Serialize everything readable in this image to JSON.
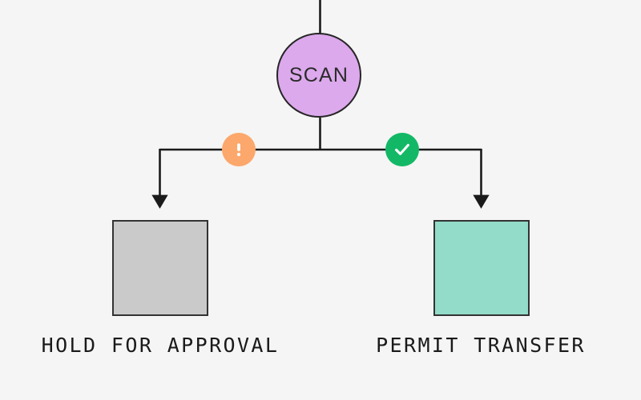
{
  "diagram": {
    "background_color": "#f5f5f5",
    "stroke_color": "#1a1a1a",
    "decision": {
      "label": "SCAN",
      "fill_color": "#dca9ec",
      "border_color": "#262626",
      "shape": "circle"
    },
    "branches": [
      {
        "badge_name": "warning-badge",
        "badge_glyph": "!",
        "badge_color": "#fca76b",
        "outcome_label": "HOLD FOR APPROVAL",
        "box_fill": "#cacaca",
        "box_border": "#333333"
      },
      {
        "badge_name": "success-badge",
        "badge_glyph": "check",
        "badge_color": "#13b866",
        "outcome_label": "PERMIT TRANSFER",
        "box_fill": "#92dcc9",
        "box_border": "#333333"
      }
    ]
  }
}
